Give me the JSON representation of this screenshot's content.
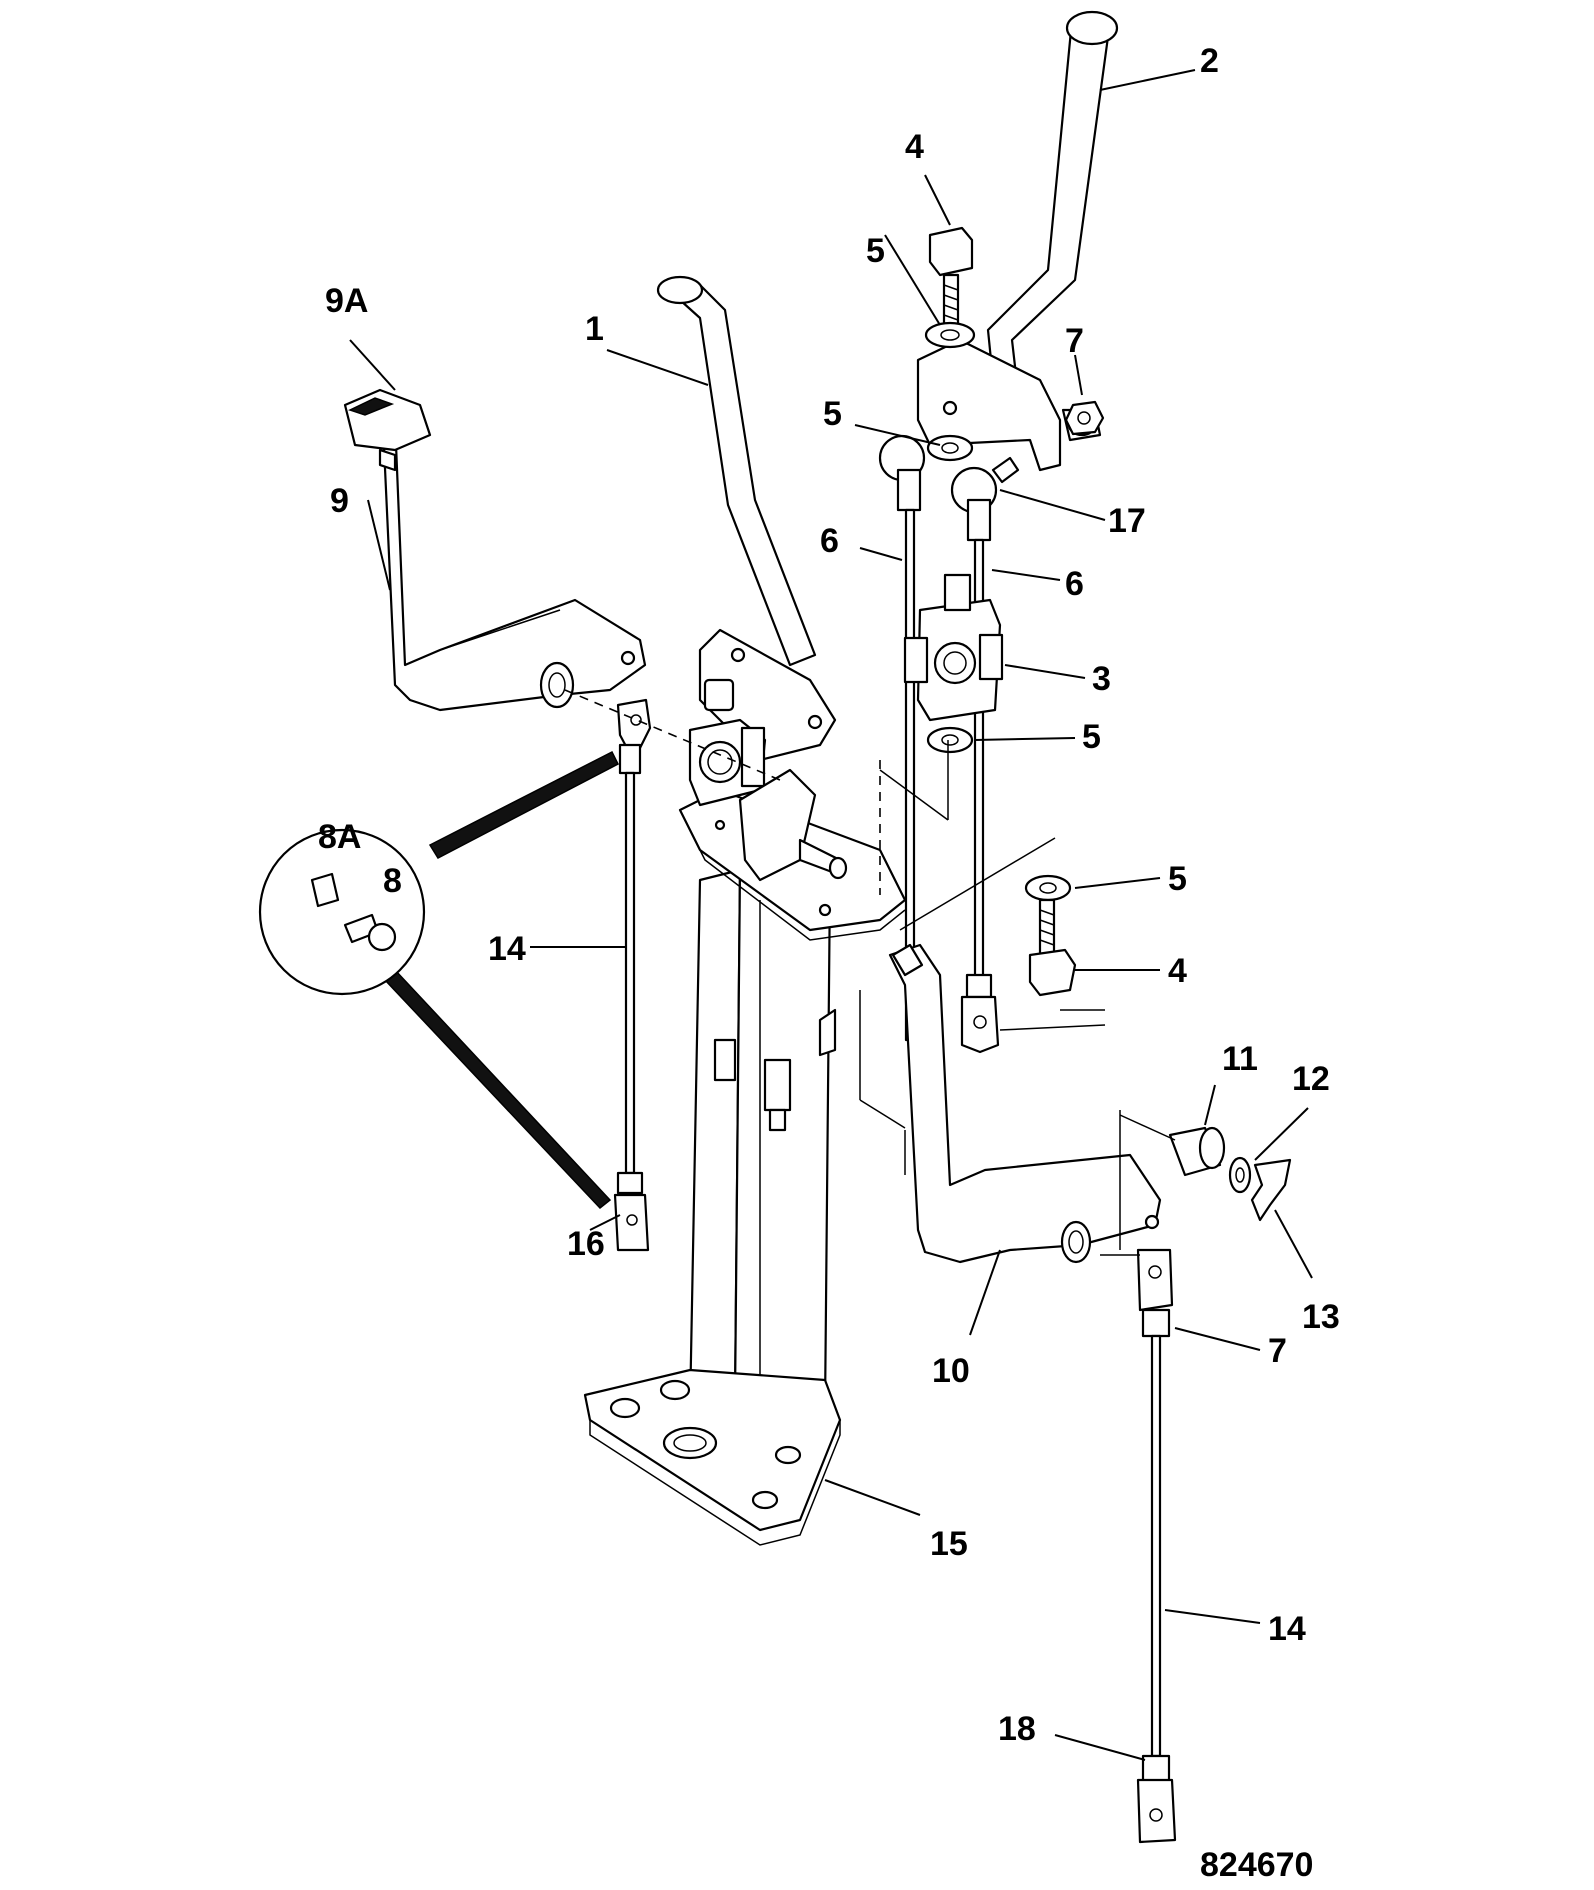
{
  "figure": {
    "reference_number": "824670"
  },
  "callouts": {
    "c1": "1",
    "c2": "2",
    "c3": "3",
    "c4a": "4",
    "c4b": "4",
    "c5a": "5",
    "c5b": "5",
    "c5c": "5",
    "c5d": "5",
    "c6a": "6",
    "c6b": "6",
    "c7a": "7",
    "c7b": "7",
    "c8": "8",
    "c8a": "8A",
    "c9": "9",
    "c9a": "9A",
    "c10": "10",
    "c11": "11",
    "c12": "12",
    "c13": "13",
    "c14a": "14",
    "c14b": "14",
    "c15": "15",
    "c16": "16",
    "c17": "17",
    "c18": "18"
  }
}
